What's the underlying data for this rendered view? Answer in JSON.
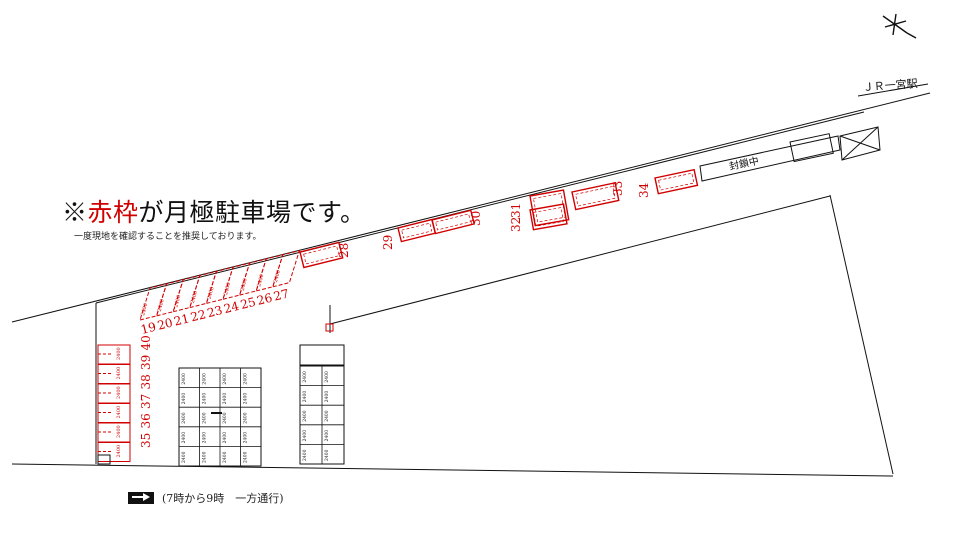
{
  "headline": {
    "prefix": "※",
    "highlight": "赤枠",
    "suffix": "が月極駐車場です。"
  },
  "subline": "一度現地を確認することを推奨しております。",
  "station_label": "ＪＲ一宮駅",
  "closed_label": "封鎖中",
  "stall_size_label": "2400",
  "legend_text": "(7時から9時　一方通行)",
  "colors": {
    "highlight": "#d10000",
    "line": "#111111"
  },
  "icons": {
    "compass": "north-arrow-icon",
    "one_way": "one-way-arrow-icon"
  },
  "spaces": {
    "row_19_27": [
      "19",
      "20",
      "21",
      "22",
      "23",
      "24",
      "25",
      "26",
      "27"
    ],
    "row_35_40": [
      "35",
      "36",
      "37",
      "38",
      "39",
      "40"
    ],
    "single": [
      "28",
      "29",
      "30",
      "31",
      "32",
      "33",
      "34"
    ]
  }
}
